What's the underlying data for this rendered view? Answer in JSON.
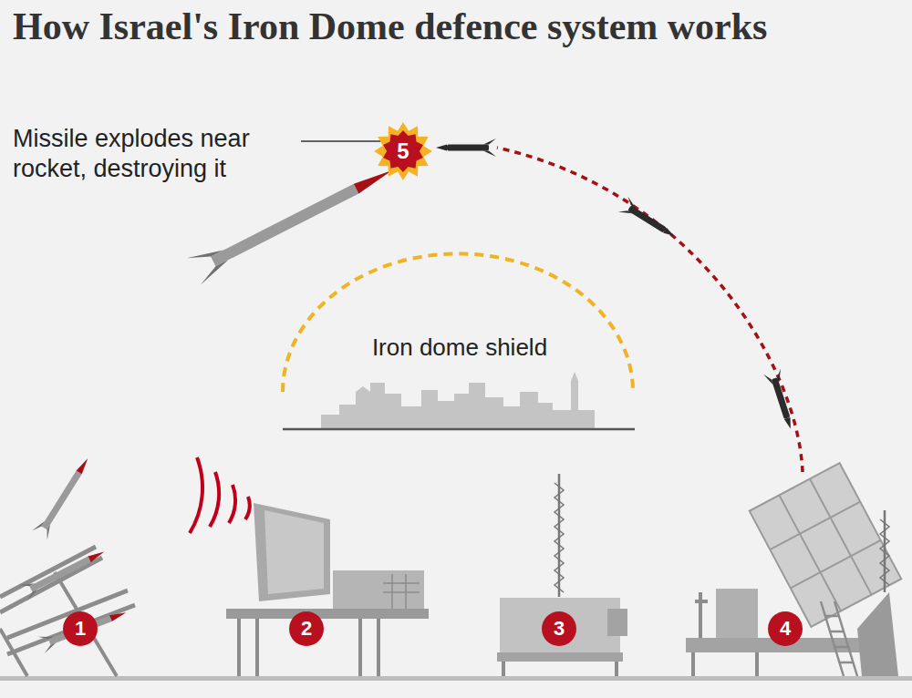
{
  "diagram": {
    "title": "How Israel's Iron Dome defence system works",
    "nodes": [
      {
        "text": [
          "1"
        ]
      },
      {
        "text": [
          "2"
        ]
      },
      {
        "text": [
          "3"
        ]
      },
      {
        "text": [
          "4"
        ]
      },
      {
        "text": [
          "5"
        ]
      }
    ],
    "labels": [
      "Missile explodes near rocket, destroying it",
      "Iron dome shield"
    ]
  }
}
